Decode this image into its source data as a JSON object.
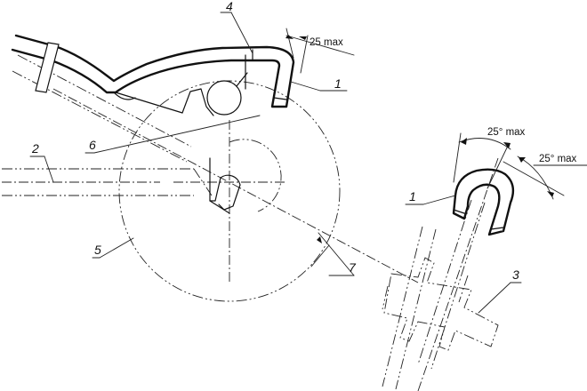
{
  "labels": {
    "l1a": "1",
    "l1b": "1",
    "l2": "2",
    "l3": "3",
    "l4": "4",
    "l5": "5",
    "l6": "6",
    "l7": "7"
  },
  "dimensions": {
    "d1": "25 max",
    "d2": "25° max",
    "d3": "25° max"
  }
}
